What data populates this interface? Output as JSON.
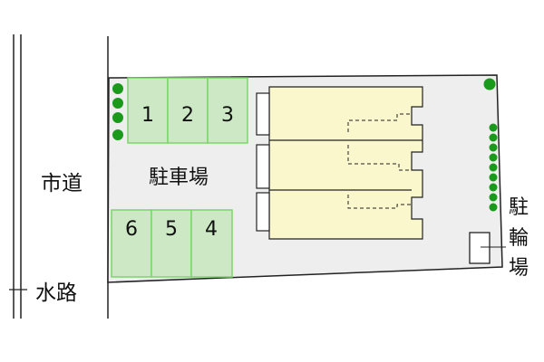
{
  "labels": {
    "city_road": "市道",
    "waterway": "水路",
    "parking": "駐車場",
    "bike_parking": [
      "駐",
      "輪",
      "場"
    ]
  },
  "parking_spaces": {
    "top": [
      "1",
      "2",
      "3"
    ],
    "bottom": [
      "6",
      "5",
      "4"
    ]
  },
  "colors": {
    "lot": "#eeeeee",
    "space_fill": "#cde8c5",
    "space_border": "#7bd66a",
    "building": "#fbf7cc",
    "tree": "#1a9a1a",
    "line": "#222222"
  }
}
